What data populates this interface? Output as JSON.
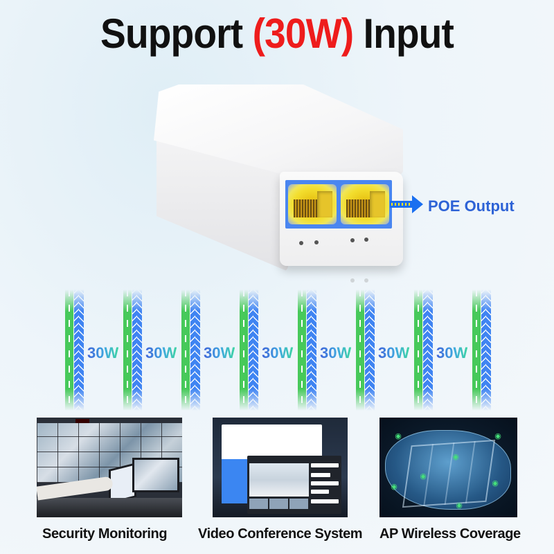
{
  "headline": {
    "prefix": "Support ",
    "accent": "(30W)",
    "suffix": " Input",
    "accent_color": "#ee1c1c"
  },
  "device": {
    "name": "PoE injector",
    "ports": 2,
    "output_label": "POE Output",
    "output_color": "#2e63d6"
  },
  "power_lines": {
    "count": 8,
    "label": "30W",
    "labels": [
      "30W",
      "30W",
      "30W",
      "30W",
      "30W",
      "30W",
      "30W"
    ],
    "line_colors": {
      "green": "#47c95a",
      "blue": "#3f84f2"
    }
  },
  "applications": [
    {
      "caption": "Security Monitoring",
      "icon": "security-monitoring-image"
    },
    {
      "caption": "Video Conference System",
      "icon": "video-conference-image"
    },
    {
      "caption": "AP Wireless Coverage",
      "icon": "ap-wireless-coverage-image"
    }
  ]
}
